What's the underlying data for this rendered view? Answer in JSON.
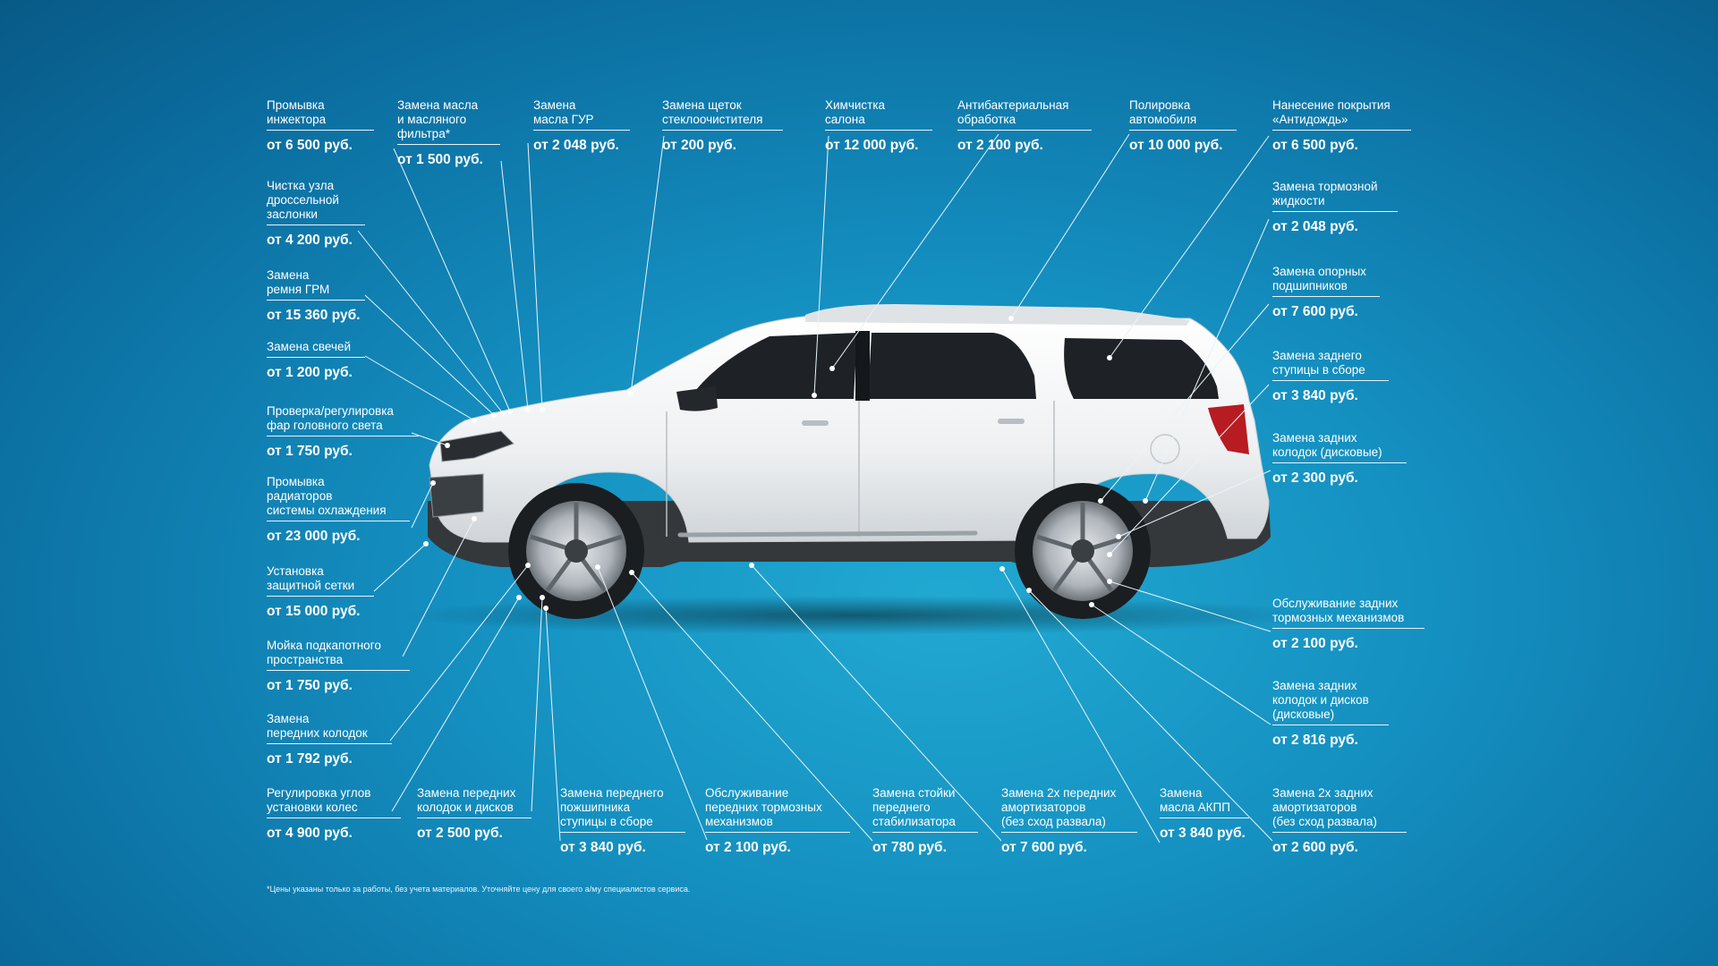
{
  "services": [
    {
      "id": "injector",
      "name": "Промывка\nинжектора",
      "price": "от 6 500 руб."
    },
    {
      "id": "oil-filter",
      "name": "Замена масла\nи масляного\nфильтра*",
      "price": "от  1 500 руб."
    },
    {
      "id": "gur-oil",
      "name": "Замена\nмасла ГУР",
      "price": "от 2 048 руб."
    },
    {
      "id": "wipers",
      "name": "Замена щеток\nстеклоочистителя",
      "price": "от 200 руб."
    },
    {
      "id": "dry-clean",
      "name": "Химчистка\nсалона",
      "price": "от 12 000 руб."
    },
    {
      "id": "antibacterial",
      "name": "Антибактериальная\nобработка",
      "price": "от  2 100 руб."
    },
    {
      "id": "polish",
      "name": "Полировка\nавтомобиля",
      "price": "от 10 000 руб."
    },
    {
      "id": "antirain",
      "name": "Нанесение покрытия\n«Антидождь»",
      "price": "от 6 500 руб."
    },
    {
      "id": "throttle",
      "name": "Чистка узла\nдроссельной\nзаслонки",
      "price": "от 4 200 руб."
    },
    {
      "id": "timing-belt",
      "name": "Замена\nремня ГРМ",
      "price": "от 15 360 руб."
    },
    {
      "id": "spark-plugs",
      "name": "Замена свечей",
      "price": "от 1 200 руб."
    },
    {
      "id": "headlights",
      "name": "Проверка/регулировка\nфар головного света",
      "price": "от 1 750 руб."
    },
    {
      "id": "radiators",
      "name": "Промывка\nрадиаторов\nсистемы охлаждения",
      "price": "от 23 000 руб."
    },
    {
      "id": "grille-mesh",
      "name": "Установка\nзащитной сетки",
      "price": "от 15 000 руб."
    },
    {
      "id": "engine-wash",
      "name": "Мойка подкапотного\nпространства",
      "price": "от 1 750 руб."
    },
    {
      "id": "front-pads",
      "name": "Замена\nпередних колодок",
      "price": "от 1 792 руб."
    },
    {
      "id": "wheel-alignment",
      "name": "Регулировка углов\nустановки колес",
      "price": "от 4 900 руб."
    },
    {
      "id": "front-pads-discs",
      "name": "Замена передних\nколодок и дисков",
      "price": "от 2 500 руб."
    },
    {
      "id": "front-hub",
      "name": "Замена переднего\nпожшипника\nступицы в сборе",
      "price": "от 3 840 руб."
    },
    {
      "id": "front-brake-service",
      "name": "Обслуживание\nпередних тормозных\nмеханизмов",
      "price": "от 2 100 руб."
    },
    {
      "id": "stabilizer-link",
      "name": "Замена стойки\nпереднего\nстабилизатора",
      "price": "от 780 руб."
    },
    {
      "id": "front-shocks",
      "name": "Замена 2х передних\nамортизаторов\n(без сход развала)",
      "price": "от 7 600 руб."
    },
    {
      "id": "akpp-oil",
      "name": "Замена\nмасла АКПП",
      "price": "от 3 840 руб."
    },
    {
      "id": "rear-shocks",
      "name": "Замена 2х задних\nамортизаторов\n(без сход развала)",
      "price": "от 2 600 руб."
    },
    {
      "id": "brake-fluid",
      "name": "Замена тормозной\nжидкости",
      "price": "от 2 048 руб."
    },
    {
      "id": "support-bearings",
      "name": "Замена опорных\nподшипников",
      "price": "от 7 600 руб."
    },
    {
      "id": "rear-hub",
      "name": "Замена заднего\nступицы в сборе",
      "price": "от 3 840 руб."
    },
    {
      "id": "rear-pads",
      "name": "Замена задних\nколодок (дисковые)",
      "price": "от 2 300 руб."
    },
    {
      "id": "rear-brake-service",
      "name": "Обслуживание задних\nтормозных механизмов",
      "price": "от 2 100 руб."
    },
    {
      "id": "rear-pads-discs",
      "name": "Замена задних\nколодок и дисков\n(дисковые)",
      "price": "от 2 816 руб."
    }
  ],
  "footnote": "*Цены указаны только за работы, без учета материалов. Уточняйте цену для своего а/му специалистов сервиса.",
  "colors": {
    "background": "#148fc0",
    "text": "#ffffff",
    "car_body": "#f3f4f5",
    "car_trim": "#3a3d40"
  }
}
